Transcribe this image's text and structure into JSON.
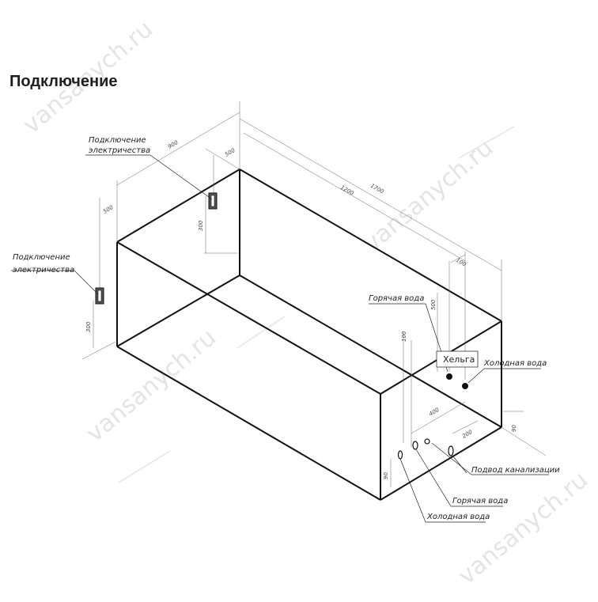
{
  "title": "Подключение",
  "watermark": "vansanych.ru",
  "labels": {
    "electric_top_1": "Подключение",
    "electric_top_2": "электричества",
    "electric_left_1": "Подключение",
    "electric_left_2": "электричества",
    "hot_water_top": "Горячая вода",
    "cold_water_top": "Холодная вода",
    "model_box": "Хельга",
    "drain": "Подвод канализации",
    "hot_water_bottom": "Горячая вода",
    "cold_water_bottom": "Холодная вода"
  },
  "dimensions": {
    "width": "900",
    "length": "1700",
    "length_inner": "1200",
    "electric_offset_top": "500",
    "electric_height_top": "300",
    "electric_offset_left": "500",
    "electric_height_left": "300",
    "offset_100_top": "100",
    "water_span": "500",
    "height_100": "100",
    "floor_400": "400",
    "floor_200": "200",
    "height_90_right": "90",
    "height_90_left": "90"
  }
}
